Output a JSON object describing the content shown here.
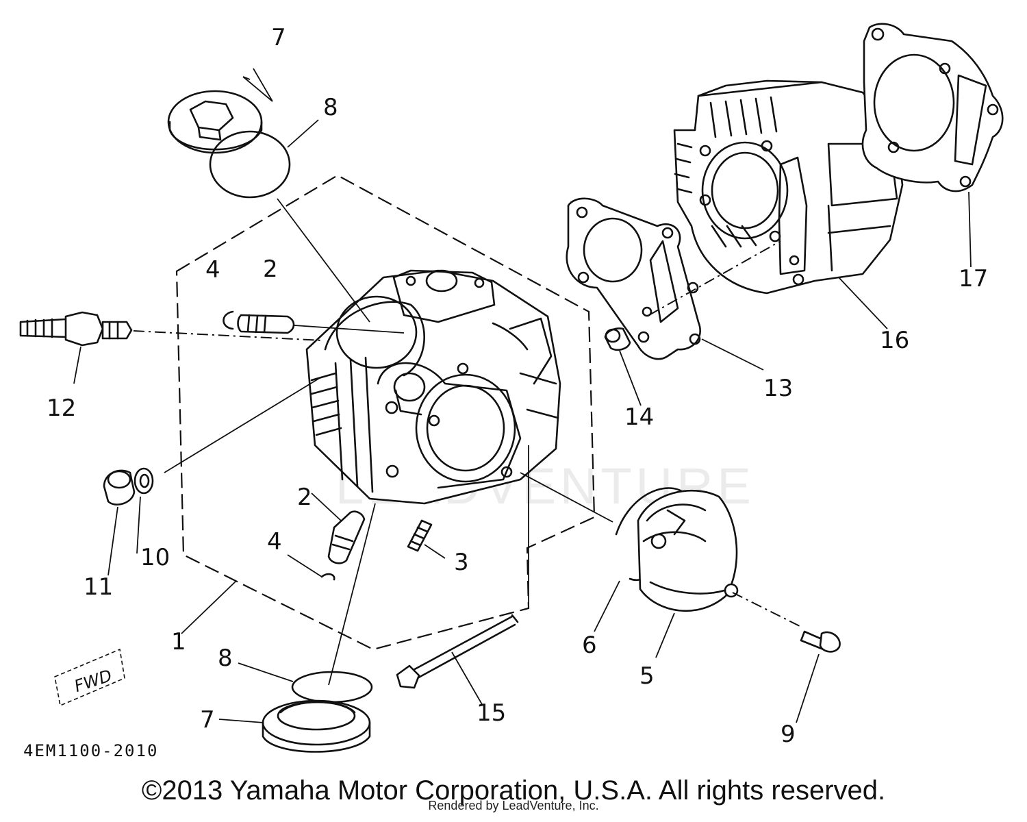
{
  "diagram": {
    "callouts": {
      "c1": "1",
      "c2a": "2",
      "c2b": "2",
      "c3": "3",
      "c4a": "4",
      "c4b": "4",
      "c5": "5",
      "c6": "6",
      "c7a": "7",
      "c7b": "7",
      "c8a": "8",
      "c8b": "8",
      "c9": "9",
      "c10": "10",
      "c11": "11",
      "c12": "12",
      "c13": "13",
      "c14": "14",
      "c15": "15",
      "c16": "16",
      "c17": "17"
    },
    "fwd_label": "FWD",
    "diagram_code": "4EM1100-2010",
    "watermark": "LEADVENTURE"
  },
  "footer": {
    "copyright": "©2013 Yamaha Motor Corporation, U.S.A. All rights reserved.",
    "rendered_by": "Rendered by LeadVenture, Inc."
  }
}
